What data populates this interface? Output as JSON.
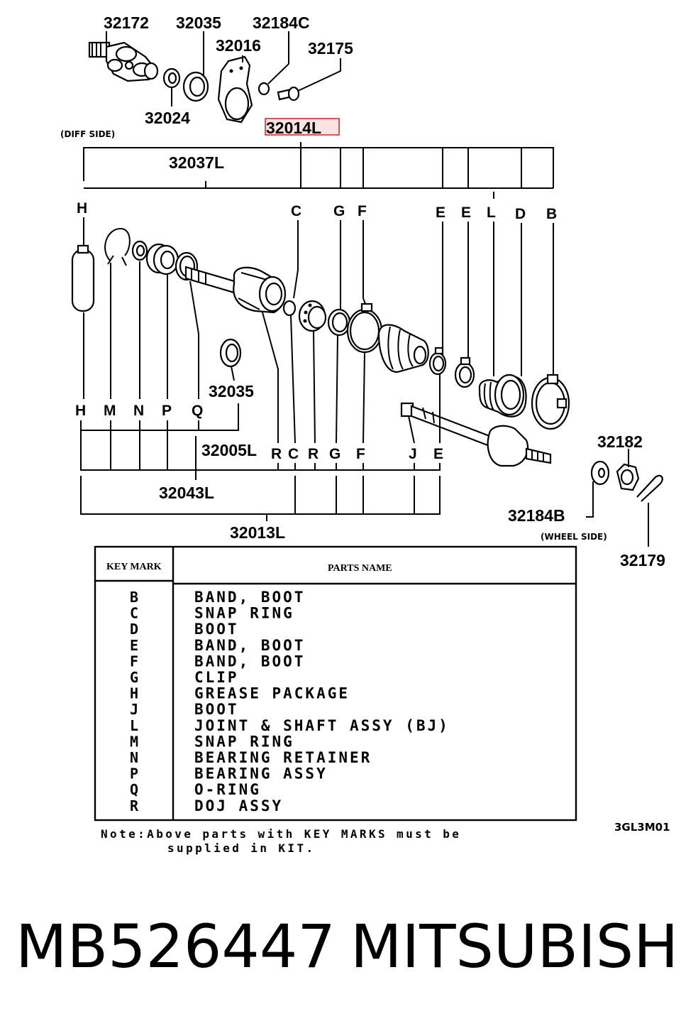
{
  "diagram": {
    "labels": {
      "p32172": "32172",
      "p32035a": "32035",
      "p32184C": "32184C",
      "p32016": "32016",
      "p32175": "32175",
      "p32024": "32024",
      "p32014L": "32014L",
      "diff_side": "(DIFF SIDE)",
      "p32037L": "32037L",
      "p32035b": "32035",
      "p32005L": "32005L",
      "p32043L": "32043L",
      "p32013L": "32013L",
      "p32182": "32182",
      "p32184B": "32184B",
      "wheel_side": "(WHEEL SIDE)",
      "p32179": "32179"
    },
    "top_letters": [
      "H",
      "C",
      "G",
      "F",
      "E",
      "E",
      "L",
      "D",
      "B"
    ],
    "bottom_left_letters": [
      "H",
      "M",
      "N",
      "P",
      "Q"
    ],
    "bottom_right_letters": [
      "R",
      "C",
      "R",
      "G",
      "F",
      "J",
      "E"
    ],
    "highlight_color": "#d14545"
  },
  "table": {
    "header_key": "KEY MARK",
    "header_name": "PARTS NAME",
    "rows": [
      {
        "key": "B",
        "name": "BAND, BOOT"
      },
      {
        "key": "C",
        "name": "SNAP RING"
      },
      {
        "key": "D",
        "name": "BOOT"
      },
      {
        "key": "E",
        "name": "BAND, BOOT"
      },
      {
        "key": "F",
        "name": "BAND, BOOT"
      },
      {
        "key": "G",
        "name": "CLIP"
      },
      {
        "key": "H",
        "name": "GREASE PACKAGE"
      },
      {
        "key": "J",
        "name": "BOOT"
      },
      {
        "key": "L",
        "name": "JOINT & SHAFT ASSY (BJ)"
      },
      {
        "key": "M",
        "name": "SNAP RING"
      },
      {
        "key": "N",
        "name": "BEARING RETAINER"
      },
      {
        "key": "P",
        "name": "BEARING ASSY"
      },
      {
        "key": "Q",
        "name": "O-RING"
      },
      {
        "key": "R",
        "name": "DOJ ASSY"
      }
    ],
    "note_line1": "Note:Above parts with KEY MARKS must be",
    "note_line2": "supplied in KIT.",
    "figure_code": "3GL3M01"
  },
  "footer": {
    "part_number": "MB526447",
    "brand": "MITSUBISHI"
  }
}
